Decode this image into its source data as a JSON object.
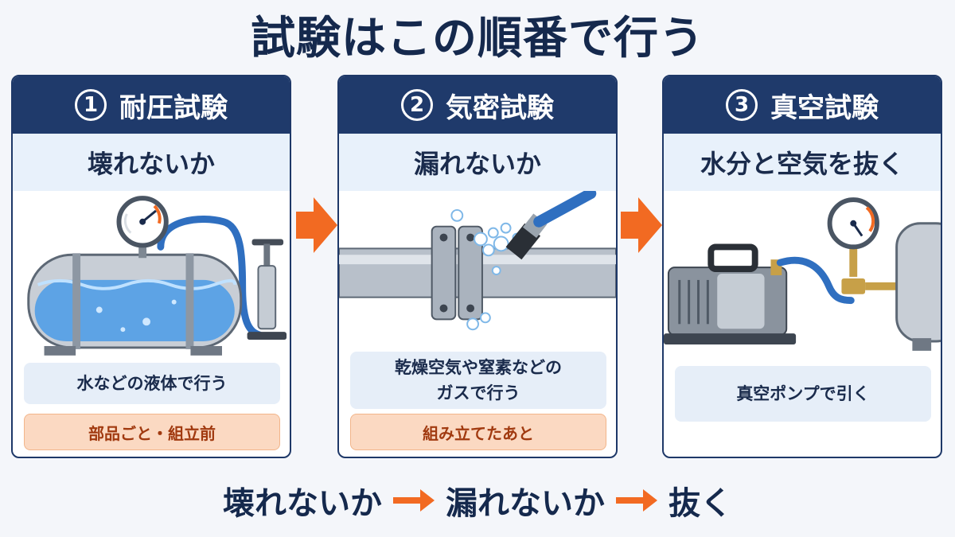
{
  "title": "試験はこの順番で行う",
  "steps": [
    {
      "num": "1",
      "name": "耐圧試験",
      "purpose": "壊れないか",
      "description": "水などの液体で行う",
      "timing": "部品ごと・組立前"
    },
    {
      "num": "2",
      "name": "気密試験",
      "purpose": "漏れないか",
      "description_lines": [
        "乾燥空気や窒素などの",
        "ガスで行う"
      ],
      "timing": "組み立てたあと"
    },
    {
      "num": "3",
      "name": "真空試験",
      "purpose": "水分と空気を抜く",
      "description": "真空ポンプで引く"
    }
  ],
  "flow": [
    "壊れないか",
    "漏れないか",
    "抜く"
  ],
  "colors": {
    "navy": "#1f3a6b",
    "arrow_orange": "#f26a22",
    "water_blue": "#3a8ee6",
    "sub_bg": "#e8f1fb",
    "timing_bg": "#fbd9c2",
    "timing_text": "#a13a10"
  },
  "icons": [
    "gauge-icon",
    "tank-icon",
    "hand-pump-icon",
    "pipe-flange-icon",
    "brush-icon",
    "bubbles-icon",
    "vacuum-pump-icon",
    "arrow-right-icon"
  ]
}
